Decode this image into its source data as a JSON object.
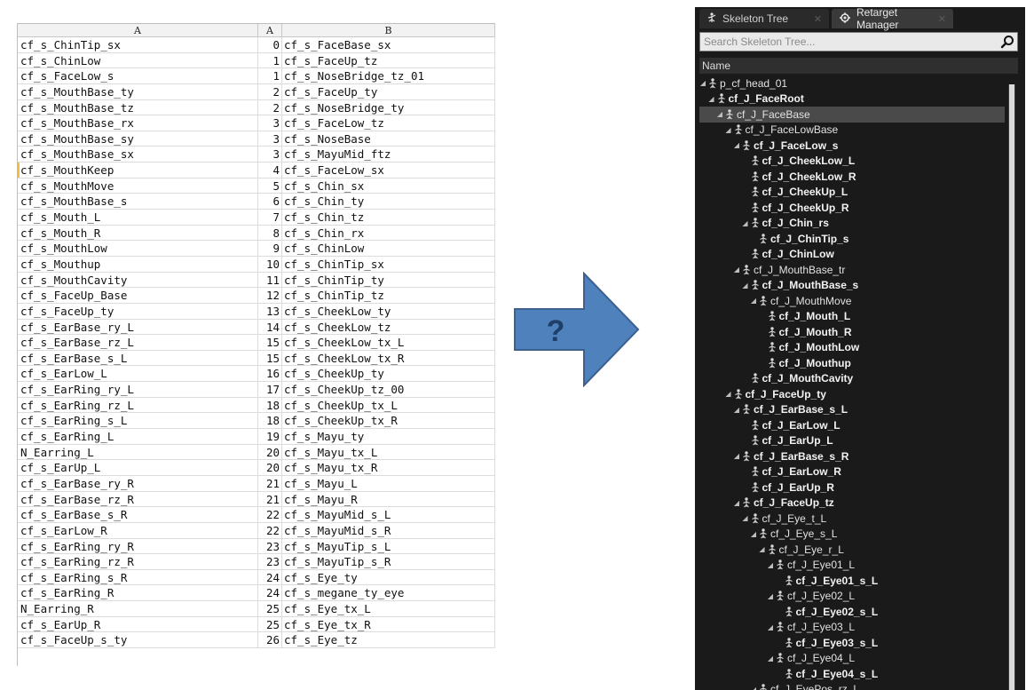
{
  "sheet": {
    "col_headers": [
      "A",
      "A",
      "B"
    ],
    "rows": [
      [
        "cf_s_ChinTip_sx",
        "0",
        "cf_s_FaceBase_sx"
      ],
      [
        "cf_s_ChinLow",
        "1",
        "cf_s_FaceUp_tz"
      ],
      [
        "cf_s_FaceLow_s",
        "1",
        "cf_s_NoseBridge_tz_01"
      ],
      [
        "cf_s_MouthBase_ty",
        "2",
        "cf_s_FaceUp_ty"
      ],
      [
        "cf_s_MouthBase_tz",
        "2",
        "cf_s_NoseBridge_ty"
      ],
      [
        "cf_s_MouthBase_rx",
        "3",
        "cf_s_FaceLow_tz"
      ],
      [
        "cf_s_MouthBase_sy",
        "3",
        "cf_s_NoseBase"
      ],
      [
        "cf_s_MouthBase_sx",
        "3",
        "cf_s_MayuMid_ftz"
      ],
      [
        "cf_s_MouthKeep",
        "4",
        "cf_s_FaceLow_sx"
      ],
      [
        "cf_s_MouthMove",
        "5",
        "cf_s_Chin_sx"
      ],
      [
        "cf_s_MouthBase_s",
        "6",
        "cf_s_Chin_ty"
      ],
      [
        "cf_s_Mouth_L",
        "7",
        "cf_s_Chin_tz"
      ],
      [
        "cf_s_Mouth_R",
        "8",
        "cf_s_Chin_rx"
      ],
      [
        "cf_s_MouthLow",
        "9",
        "cf_s_ChinLow"
      ],
      [
        "cf_s_Mouthup",
        "10",
        "cf_s_ChinTip_sx"
      ],
      [
        "cf_s_MouthCavity",
        "11",
        "cf_s_ChinTip_ty"
      ],
      [
        "cf_s_FaceUp_Base",
        "12",
        "cf_s_ChinTip_tz"
      ],
      [
        "cf_s_FaceUp_ty",
        "13",
        "cf_s_CheekLow_ty"
      ],
      [
        "cf_s_EarBase_ry_L",
        "14",
        "cf_s_CheekLow_tz"
      ],
      [
        "cf_s_EarBase_rz_L",
        "15",
        "cf_s_CheekLow_tx_L"
      ],
      [
        "cf_s_EarBase_s_L",
        "15",
        "cf_s_CheekLow_tx_R"
      ],
      [
        "cf_s_EarLow_L",
        "16",
        "cf_s_CheekUp_ty"
      ],
      [
        "cf_s_EarRing_ry_L",
        "17",
        "cf_s_CheekUp_tz_00"
      ],
      [
        "cf_s_EarRing_rz_L",
        "18",
        "cf_s_CheekUp_tx_L"
      ],
      [
        "cf_s_EarRing_s_L",
        "18",
        "cf_s_CheekUp_tx_R"
      ],
      [
        "cf_s_EarRing_L",
        "19",
        "cf_s_Mayu_ty"
      ],
      [
        "N_Earring_L",
        "20",
        "cf_s_Mayu_tx_L"
      ],
      [
        "cf_s_EarUp_L",
        "20",
        "cf_s_Mayu_tx_R"
      ],
      [
        "cf_s_EarBase_ry_R",
        "21",
        "cf_s_Mayu_L"
      ],
      [
        "cf_s_EarBase_rz_R",
        "21",
        "cf_s_Mayu_R"
      ],
      [
        "cf_s_EarBase_s_R",
        "22",
        "cf_s_MayuMid_s_L"
      ],
      [
        "cf_s_EarLow_R",
        "22",
        "cf_s_MayuMid_s_R"
      ],
      [
        "cf_s_EarRing_ry_R",
        "23",
        "cf_s_MayuTip_s_L"
      ],
      [
        "cf_s_EarRing_rz_R",
        "23",
        "cf_s_MayuTip_s_R"
      ],
      [
        "cf_s_EarRing_s_R",
        "24",
        "cf_s_Eye_ty"
      ],
      [
        "cf_s_EarRing_R",
        "24",
        "cf_s_megane_ty_eye"
      ],
      [
        "N_Earring_R",
        "25",
        "cf_s_Eye_tx_L"
      ],
      [
        "cf_s_EarUp_R",
        "25",
        "cf_s_Eye_tx_R"
      ],
      [
        "cf_s_FaceUp_s_ty",
        "26",
        "cf_s_Eye_tz"
      ]
    ]
  },
  "arrow": {
    "label": "?",
    "fill": "#4f81bd",
    "stroke": "#3a6190"
  },
  "ue": {
    "tabs": [
      {
        "label": "Skeleton Tree",
        "icon": "skeleton-tree-icon"
      },
      {
        "label": "Retarget Manager",
        "icon": "retarget-manager-icon"
      }
    ],
    "search_placeholder": "Search Skeleton Tree...",
    "column_header": "Name",
    "tree": [
      {
        "label": "p_cf_head_01",
        "depth": 0,
        "expand": true,
        "bold": false
      },
      {
        "label": "cf_J_FaceRoot",
        "depth": 1,
        "expand": true,
        "bold": true
      },
      {
        "label": "cf_J_FaceBase",
        "depth": 2,
        "expand": true,
        "bold": false,
        "selected": true
      },
      {
        "label": "cf_J_FaceLowBase",
        "depth": 3,
        "expand": true,
        "bold": false
      },
      {
        "label": "cf_J_FaceLow_s",
        "depth": 4,
        "expand": true,
        "bold": true
      },
      {
        "label": "cf_J_CheekLow_L",
        "depth": 5,
        "expand": false,
        "bold": true
      },
      {
        "label": "cf_J_CheekLow_R",
        "depth": 5,
        "expand": false,
        "bold": true
      },
      {
        "label": "cf_J_CheekUp_L",
        "depth": 5,
        "expand": false,
        "bold": true
      },
      {
        "label": "cf_J_CheekUp_R",
        "depth": 5,
        "expand": false,
        "bold": true
      },
      {
        "label": "cf_J_Chin_rs",
        "depth": 5,
        "expand": true,
        "bold": true
      },
      {
        "label": "cf_J_ChinTip_s",
        "depth": 6,
        "expand": false,
        "bold": true
      },
      {
        "label": "cf_J_ChinLow",
        "depth": 5,
        "expand": false,
        "bold": true
      },
      {
        "label": "cf_J_MouthBase_tr",
        "depth": 4,
        "expand": true,
        "bold": false
      },
      {
        "label": "cf_J_MouthBase_s",
        "depth": 5,
        "expand": true,
        "bold": true
      },
      {
        "label": "cf_J_MouthMove",
        "depth": 6,
        "expand": true,
        "bold": false
      },
      {
        "label": "cf_J_Mouth_L",
        "depth": 7,
        "expand": false,
        "bold": true
      },
      {
        "label": "cf_J_Mouth_R",
        "depth": 7,
        "expand": false,
        "bold": true
      },
      {
        "label": "cf_J_MouthLow",
        "depth": 7,
        "expand": false,
        "bold": true
      },
      {
        "label": "cf_J_Mouthup",
        "depth": 7,
        "expand": false,
        "bold": true
      },
      {
        "label": "cf_J_MouthCavity",
        "depth": 5,
        "expand": false,
        "bold": true
      },
      {
        "label": "cf_J_FaceUp_ty",
        "depth": 3,
        "expand": true,
        "bold": true
      },
      {
        "label": "cf_J_EarBase_s_L",
        "depth": 4,
        "expand": true,
        "bold": true
      },
      {
        "label": "cf_J_EarLow_L",
        "depth": 5,
        "expand": false,
        "bold": true
      },
      {
        "label": "cf_J_EarUp_L",
        "depth": 5,
        "expand": false,
        "bold": true
      },
      {
        "label": "cf_J_EarBase_s_R",
        "depth": 4,
        "expand": true,
        "bold": true
      },
      {
        "label": "cf_J_EarLow_R",
        "depth": 5,
        "expand": false,
        "bold": true
      },
      {
        "label": "cf_J_EarUp_R",
        "depth": 5,
        "expand": false,
        "bold": true
      },
      {
        "label": "cf_J_FaceUp_tz",
        "depth": 4,
        "expand": true,
        "bold": true
      },
      {
        "label": "cf_J_Eye_t_L",
        "depth": 5,
        "expand": true,
        "bold": false
      },
      {
        "label": "cf_J_Eye_s_L",
        "depth": 6,
        "expand": true,
        "bold": false
      },
      {
        "label": "cf_J_Eye_r_L",
        "depth": 7,
        "expand": true,
        "bold": false
      },
      {
        "label": "cf_J_Eye01_L",
        "depth": 8,
        "expand": true,
        "bold": false
      },
      {
        "label": "cf_J_Eye01_s_L",
        "depth": 9,
        "expand": false,
        "bold": true
      },
      {
        "label": "cf_J_Eye02_L",
        "depth": 8,
        "expand": true,
        "bold": false
      },
      {
        "label": "cf_J_Eye02_s_L",
        "depth": 9,
        "expand": false,
        "bold": true
      },
      {
        "label": "cf_J_Eye03_L",
        "depth": 8,
        "expand": true,
        "bold": false
      },
      {
        "label": "cf_J_Eye03_s_L",
        "depth": 9,
        "expand": false,
        "bold": true
      },
      {
        "label": "cf_J_Eye04_L",
        "depth": 8,
        "expand": true,
        "bold": false
      },
      {
        "label": "cf_J_Eye04_s_L",
        "depth": 9,
        "expand": false,
        "bold": true
      },
      {
        "label": "cf_J_EyePos_rz_L",
        "depth": 6,
        "expand": true,
        "bold": false
      }
    ]
  }
}
